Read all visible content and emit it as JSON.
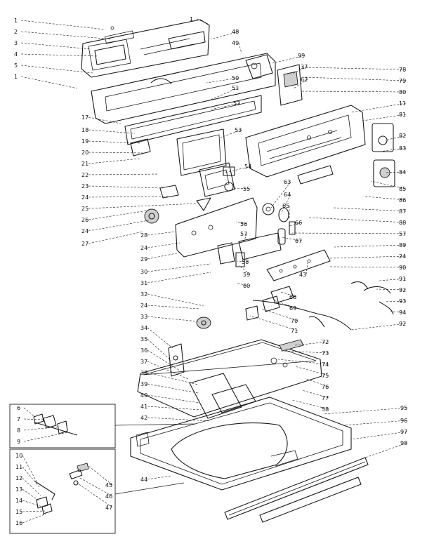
{
  "diagram": {
    "callouts_left": [
      "1",
      "2",
      "3",
      "4",
      "5",
      "1",
      "17",
      "18",
      "19",
      "20",
      "21",
      "22",
      "23",
      "24",
      "25",
      "26",
      "24",
      "27",
      "28",
      "24",
      "29",
      "30",
      "31",
      "32",
      "24",
      "33",
      "34",
      "35",
      "36",
      "37",
      "38",
      "39",
      "40",
      "41",
      "42",
      "44"
    ],
    "callouts_right": [
      "78",
      "79",
      "80",
      "11",
      "81",
      "82",
      "83",
      "84",
      "85",
      "86",
      "87",
      "88",
      "57",
      "89",
      "24",
      "90",
      "91",
      "92",
      "93",
      "94",
      "92",
      "72",
      "73",
      "74",
      "75",
      "76",
      "77",
      "58",
      "95",
      "96",
      "97",
      "98"
    ],
    "callouts_center": [
      "1",
      "48",
      "49",
      "99",
      "50",
      "37",
      "62",
      "51",
      "52",
      "53",
      "54",
      "55",
      "63",
      "64",
      "65",
      "66",
      "56",
      "67",
      "57",
      "58",
      "59",
      "60",
      "43",
      "68",
      "69",
      "70",
      "71"
    ],
    "inset_top_callouts": [
      "6",
      "7",
      "8",
      "9"
    ],
    "inset_bottom_callouts": [
      "10",
      "11",
      "12",
      "13",
      "14",
      "15",
      "16",
      "45",
      "46",
      "47"
    ]
  }
}
